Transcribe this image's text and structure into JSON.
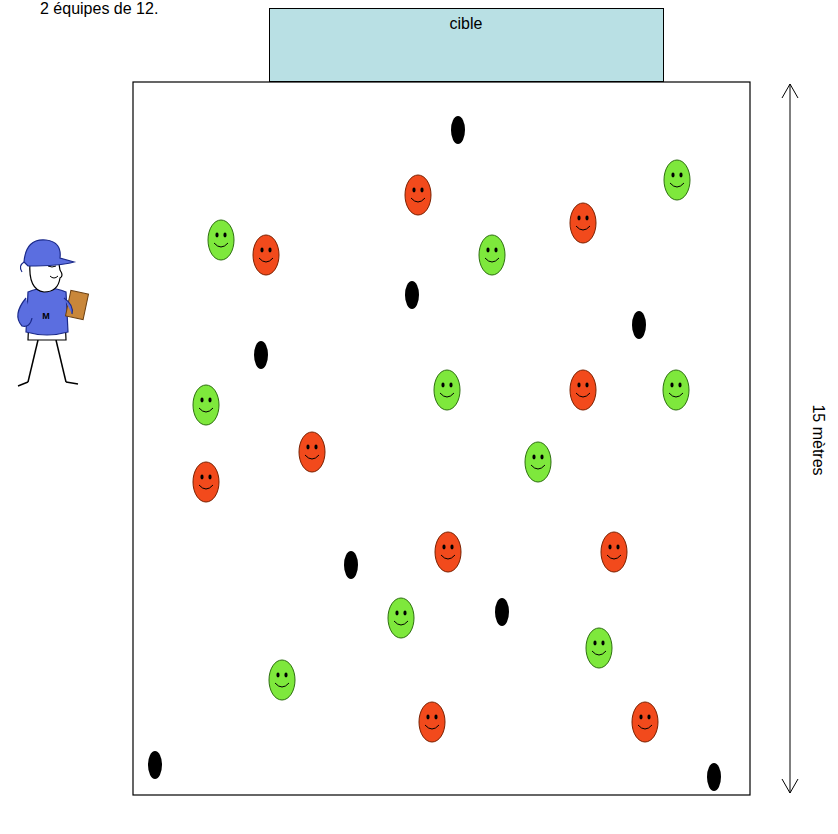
{
  "diagram": {
    "nodes": [
      {
        "text": [
          "cible"
        ]
      }
    ],
    "labels": [
      "2 équipes de 12.",
      "15 mètres",
      "M"
    ]
  }
}
